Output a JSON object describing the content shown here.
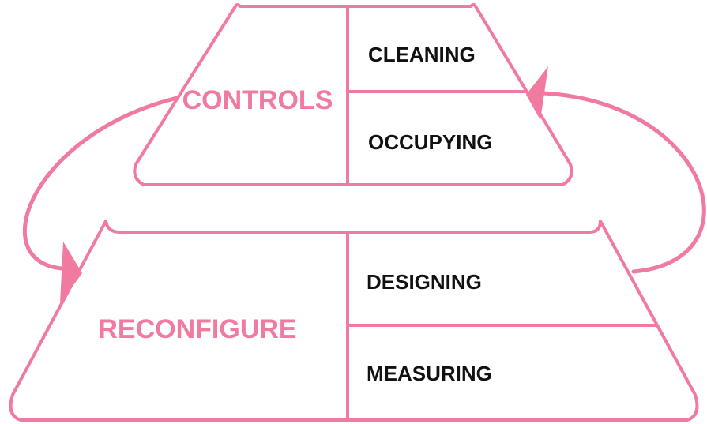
{
  "colors": {
    "accent": "#F07AA0",
    "text_dark": "#111111",
    "background": "#FFFFFF"
  },
  "top_block": {
    "main_label": "CONTROLS",
    "items": [
      {
        "label": "CLEANING"
      },
      {
        "label": "OCCUPYING"
      }
    ]
  },
  "bottom_block": {
    "main_label": "RECONFIGURE",
    "items": [
      {
        "label": "DESIGNING"
      },
      {
        "label": "MEASURING"
      }
    ]
  },
  "arrows": [
    {
      "name": "left-cycle-arrow",
      "from": "top_block",
      "to": "bottom_block",
      "direction": "down"
    },
    {
      "name": "right-cycle-arrow",
      "from": "bottom_block",
      "to": "top_block",
      "direction": "up"
    }
  ]
}
